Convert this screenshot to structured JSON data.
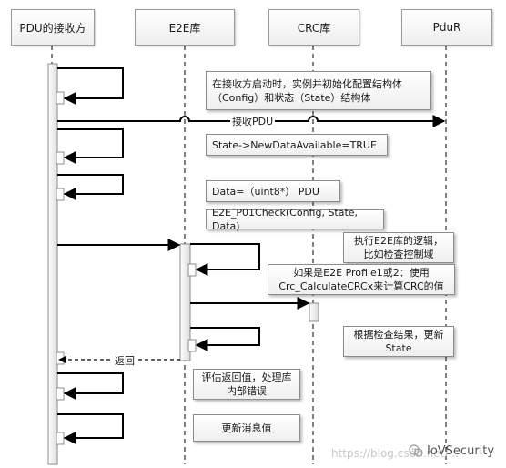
{
  "participants": [
    {
      "id": "pdu_receiver",
      "label": "PDU的接收方"
    },
    {
      "id": "e2e_lib",
      "label": "E2E库"
    },
    {
      "id": "crc_lib",
      "label": "CRC库"
    },
    {
      "id": "pdur",
      "label": "PduR"
    }
  ],
  "notes": {
    "init": "在接收方启动时，实例并初始化配置结构体（Config）和状态（State）结构体",
    "new_data": "State->NewDataAvailable=TRUE",
    "data_cast": "Data=（uint8*） PDU",
    "check_call": "E2E_P01Check(Config, State, Data)",
    "e2e_logic": "执行E2E库的逻辑，比如检查控制域",
    "crc_calc": "如果是E2E Profile1或2：使用Crc_CalculateCRCx来计算CRC的值",
    "update_state": "根据检查结果，更新State",
    "eval_return": "评估返回值，处理库内部错误",
    "update_msg": "更新消息值"
  },
  "messages": {
    "receive_pdu": "接收PDU",
    "return": "返回"
  },
  "watermark": {
    "url": "https://blog.csdn.net/...",
    "brand": "IoVSecurity"
  }
}
